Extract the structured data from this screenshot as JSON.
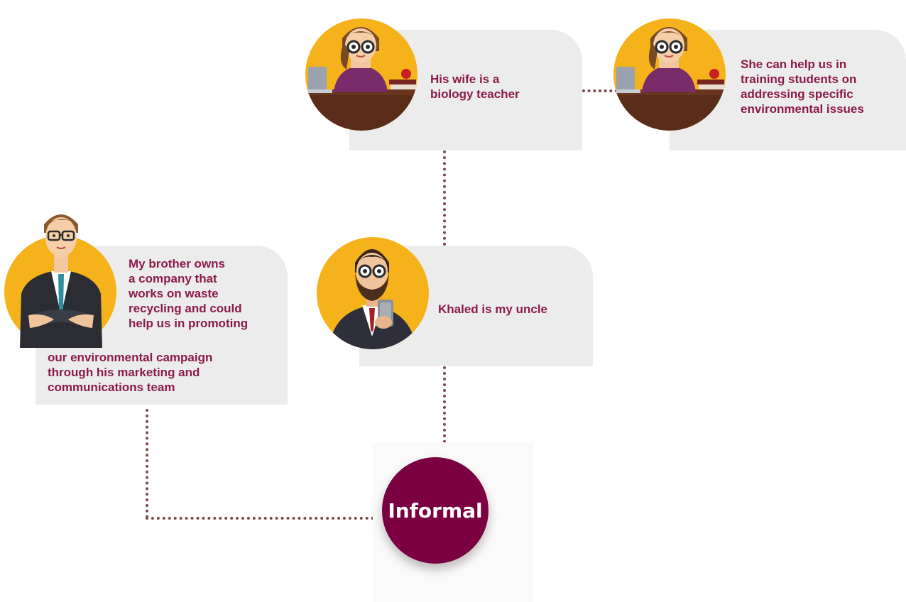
{
  "hub": {
    "label": "Informal"
  },
  "nodes": {
    "wife": {
      "text": "His wife is a\nbiology teacher",
      "icon": "teacher-avatar-icon"
    },
    "help": {
      "text": "She can help us in\ntraining students on\naddressing specific\nenvironmental issues",
      "icon": "teacher-avatar-icon"
    },
    "uncle": {
      "text": "Khaled is my uncle",
      "icon": "bearded-man-avatar-icon"
    },
    "brother_lines": [
      "My brother owns",
      "a company that",
      "works on waste",
      "recycling and could",
      "help us in promoting",
      "our environmental campaign",
      "through his marketing and",
      "communications team"
    ]
  },
  "colors": {
    "accent": "#f6b21a",
    "hub": "#7b0041",
    "text": "#8b1a4a",
    "card": "#ececec",
    "connector": "#7a4a4a"
  }
}
